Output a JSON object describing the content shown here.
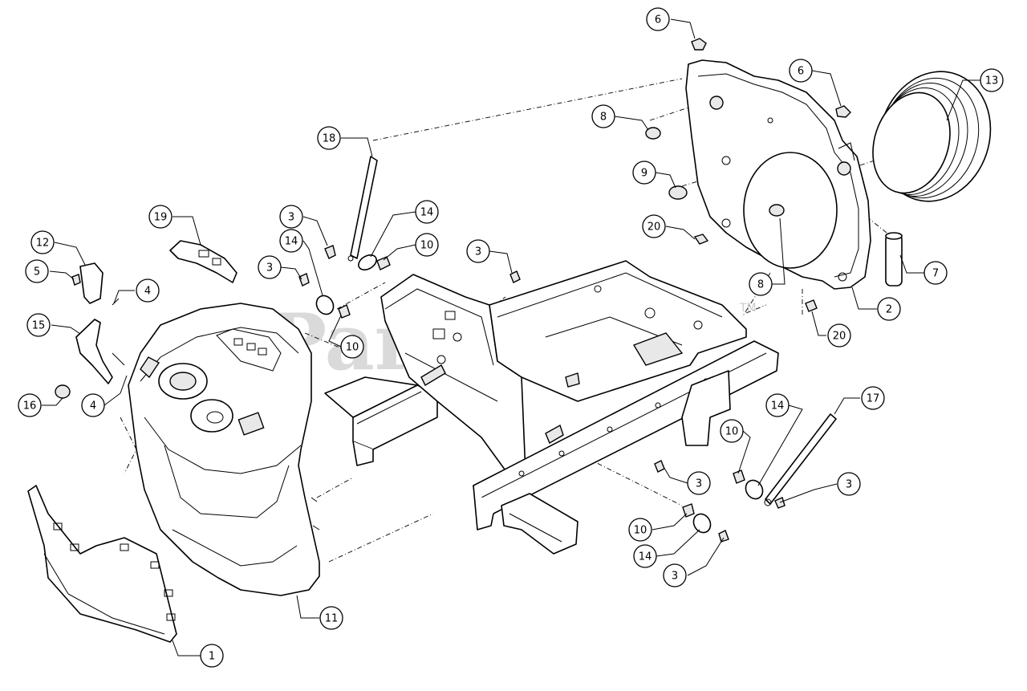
{
  "watermark": {
    "text": "PartsTree",
    "trademark": "TM"
  },
  "callouts": [
    {
      "id": "c6a",
      "label": "6"
    },
    {
      "id": "c6b",
      "label": "6"
    },
    {
      "id": "c13",
      "label": "13"
    },
    {
      "id": "c8a",
      "label": "8"
    },
    {
      "id": "c18",
      "label": "18"
    },
    {
      "id": "c9",
      "label": "9"
    },
    {
      "id": "c19",
      "label": "19"
    },
    {
      "id": "c3a",
      "label": "3"
    },
    {
      "id": "c14a",
      "label": "14"
    },
    {
      "id": "c12",
      "label": "12"
    },
    {
      "id": "c14b",
      "label": "14"
    },
    {
      "id": "c10a",
      "label": "10"
    },
    {
      "id": "c3b",
      "label": "3"
    },
    {
      "id": "c20a",
      "label": "20"
    },
    {
      "id": "c7",
      "label": "7"
    },
    {
      "id": "c5",
      "label": "5"
    },
    {
      "id": "c3c",
      "label": "3"
    },
    {
      "id": "c4a",
      "label": "4"
    },
    {
      "id": "c8b",
      "label": "8"
    },
    {
      "id": "c2",
      "label": "2"
    },
    {
      "id": "c15",
      "label": "15"
    },
    {
      "id": "c10b",
      "label": "10"
    },
    {
      "id": "c20b",
      "label": "20"
    },
    {
      "id": "c16",
      "label": "16"
    },
    {
      "id": "c4b",
      "label": "4"
    },
    {
      "id": "c14c",
      "label": "14"
    },
    {
      "id": "c17",
      "label": "17"
    },
    {
      "id": "c10c",
      "label": "10"
    },
    {
      "id": "c3d",
      "label": "3"
    },
    {
      "id": "c3e",
      "label": "3"
    },
    {
      "id": "c10d",
      "label": "10"
    },
    {
      "id": "c14d",
      "label": "14"
    },
    {
      "id": "c3f",
      "label": "3"
    },
    {
      "id": "c11",
      "label": "11"
    },
    {
      "id": "c1",
      "label": "1"
    }
  ]
}
